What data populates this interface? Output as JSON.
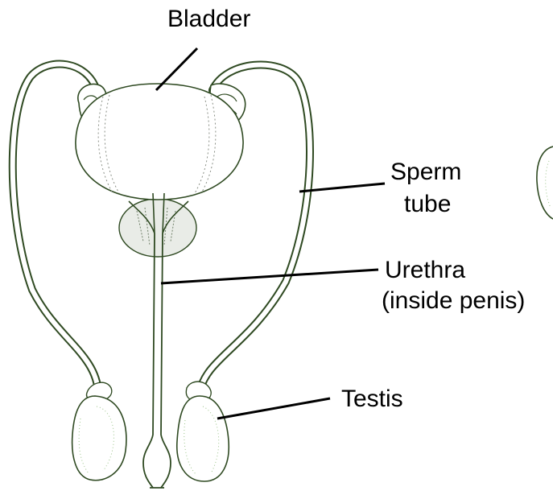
{
  "diagram": {
    "labels": {
      "bladder": "Bladder",
      "sperm_tube_line1": "Sperm",
      "sperm_tube_line2": "tube",
      "urethra_line1": "Urethra",
      "urethra_line2": "(inside penis)",
      "testis": "Testis"
    },
    "colors": {
      "outline": "#2f4a22",
      "fill": "#ffffff",
      "speckle": "#9cc48a",
      "leader": "#000000",
      "shade": "#e9ece7"
    }
  }
}
